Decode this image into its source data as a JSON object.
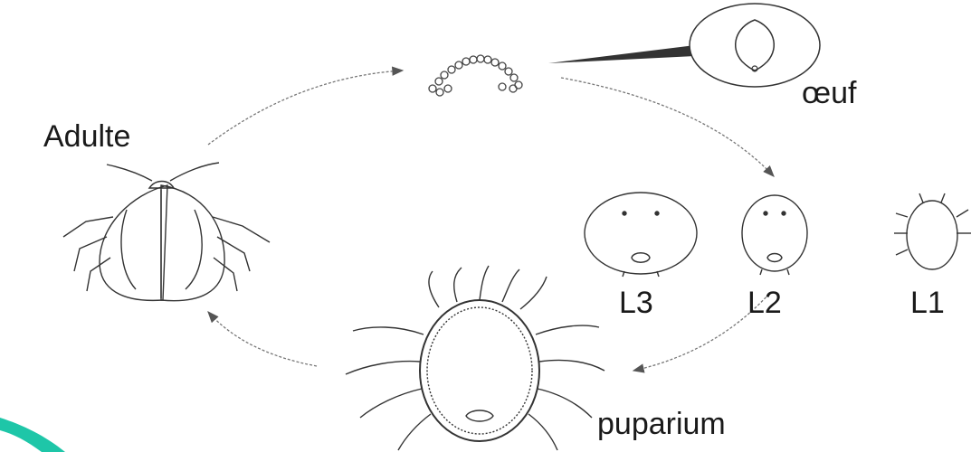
{
  "labels": {
    "adult": "Adulte",
    "egg": "œuf",
    "l3": "L3",
    "l2": "L2",
    "l1": "L1",
    "puparium": "puparium"
  },
  "colors": {
    "line": "#4a4a4a",
    "text": "#1a1a1a",
    "accent": "#1ec6a8"
  }
}
